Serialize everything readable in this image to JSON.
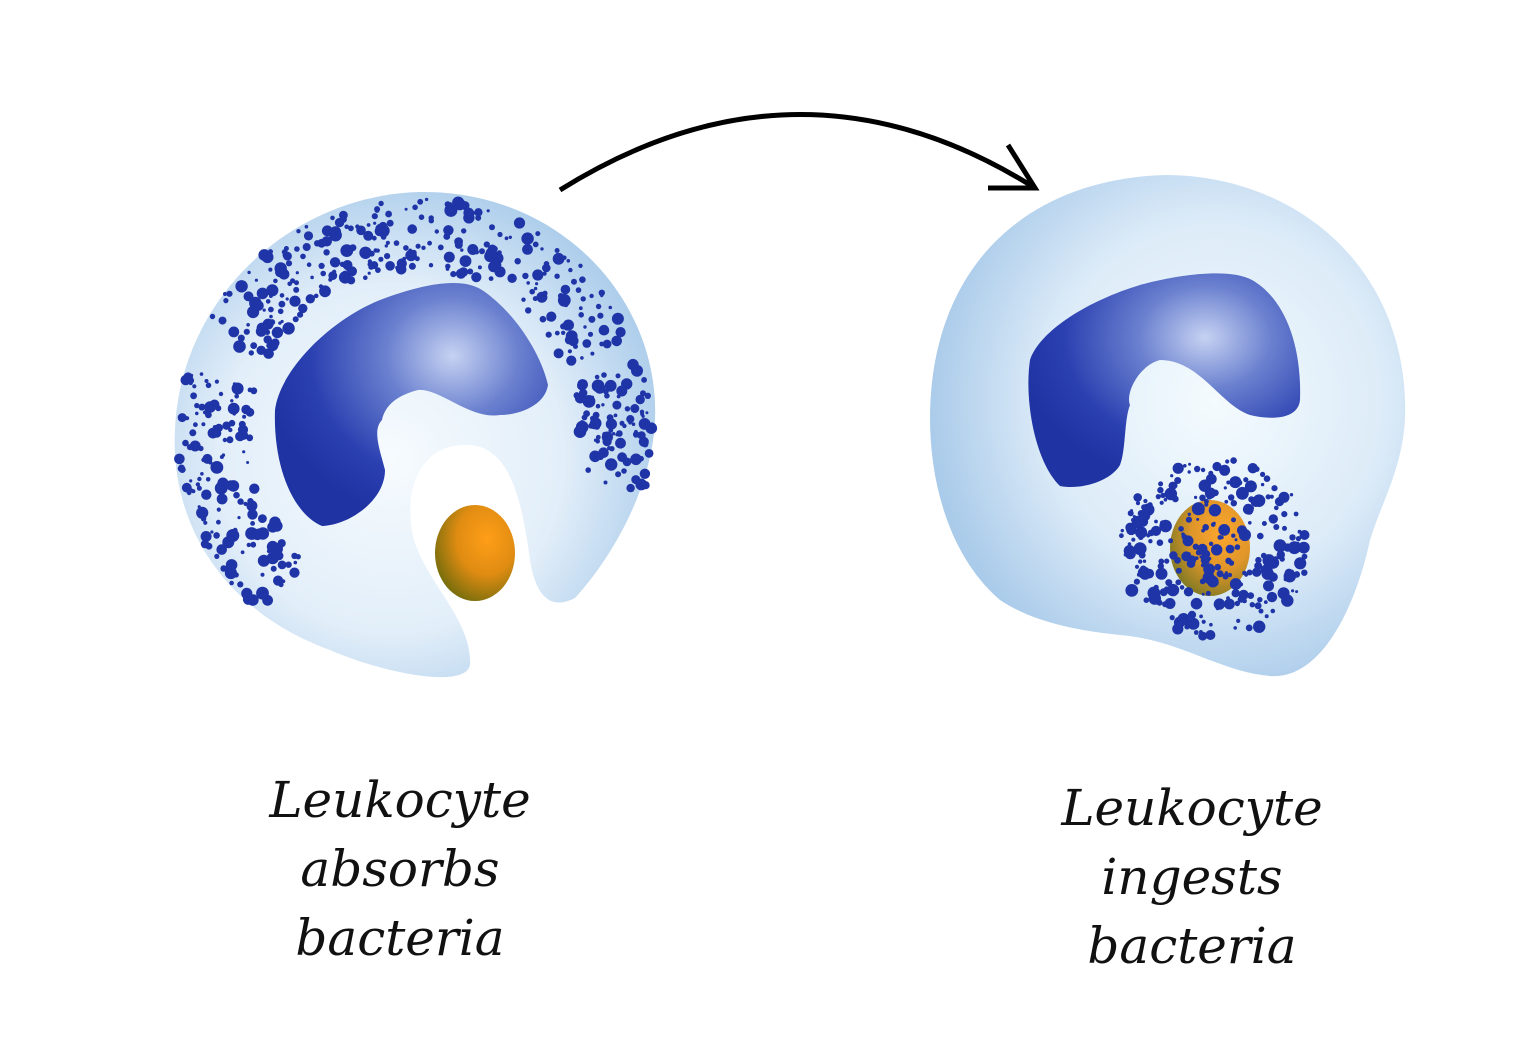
{
  "left_caption": {
    "line1": "Leukocyte",
    "line2": "absorbs",
    "line3": "bacteria"
  },
  "right_caption": {
    "line1": "Leukocyte",
    "line2": "ingests",
    "line3": "bacteria"
  },
  "colors": {
    "cell": "#cfe3f5",
    "nucleus": "#2236a8",
    "granule": "#1f34a6",
    "bacterium": "#f59a16",
    "arrow": "#000000"
  }
}
